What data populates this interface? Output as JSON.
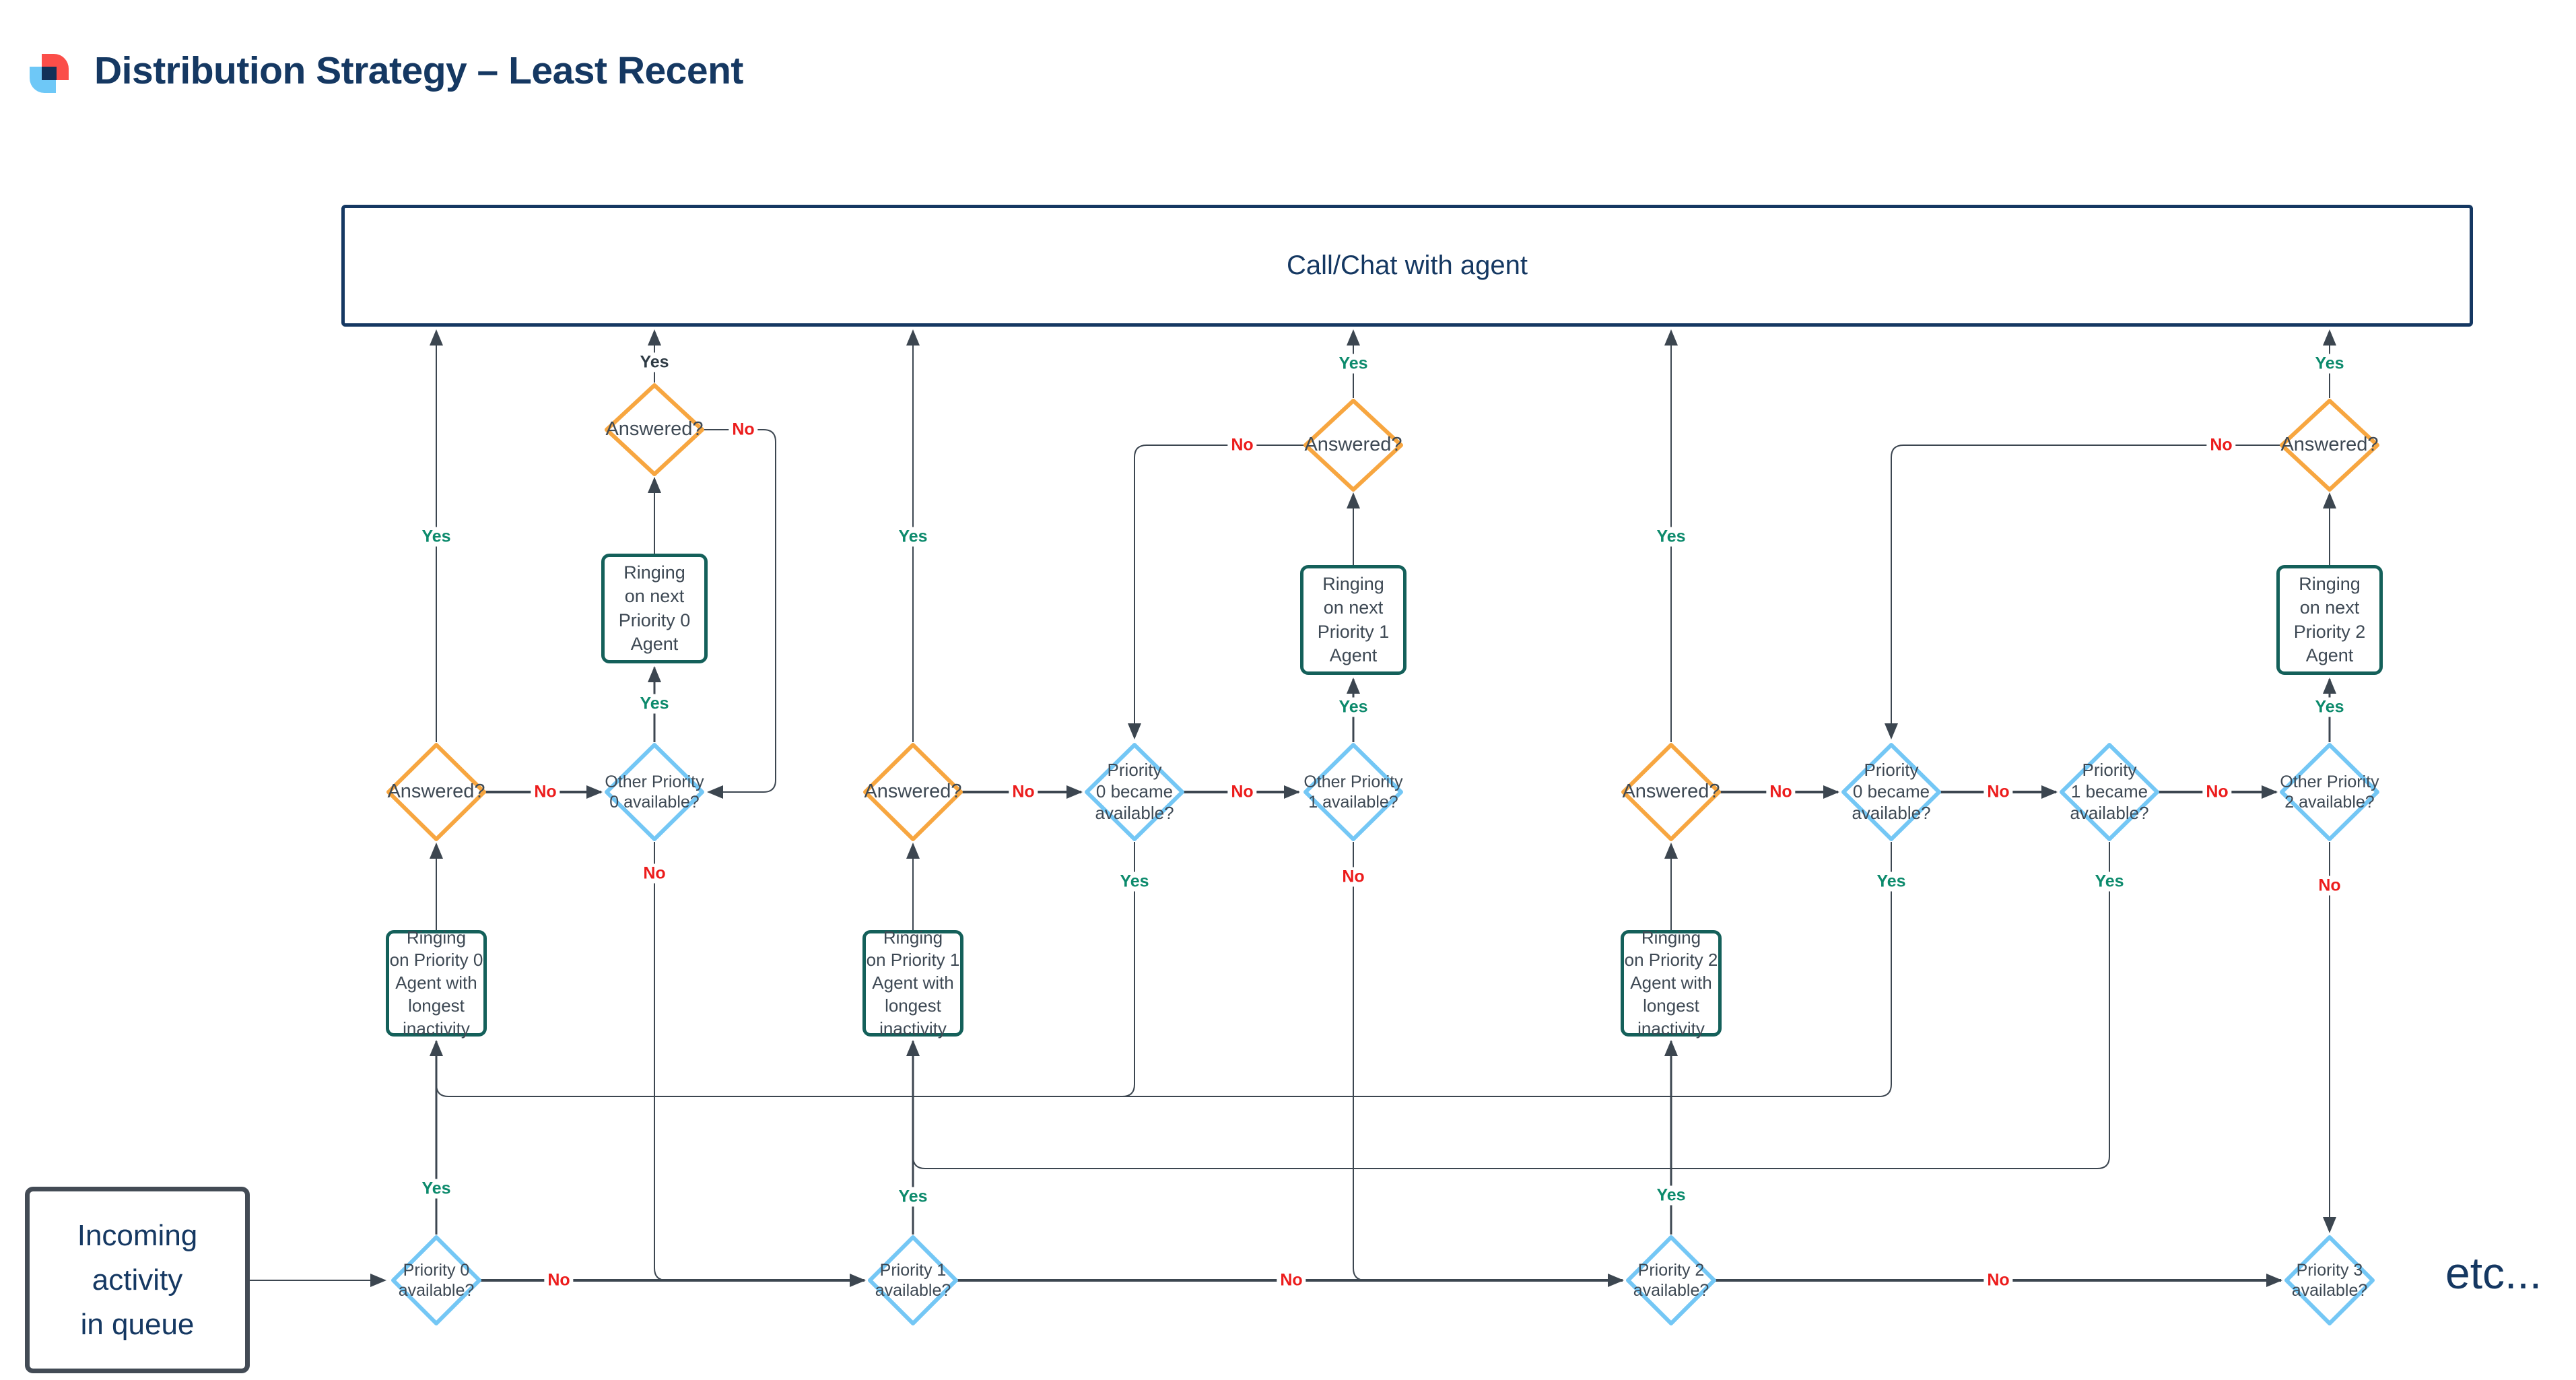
{
  "title": "Distribution Strategy – Least Recent",
  "labels": {
    "yes": "Yes",
    "no": "No"
  },
  "etc_text": "etc...",
  "nodes": {
    "call_chat": "Call/Chat with agent",
    "incoming": "Incoming\nactivity\nin queue",
    "answered": "Answered?",
    "ringing_next_p0": "Ringing\non next\nPriority 0\nAgent",
    "ringing_next_p1": "Ringing\non next\nPriority 1\nAgent",
    "ringing_next_p2": "Ringing\non next\nPriority 2\nAgent",
    "ringing_longest_p0": "Ringing\non Priority 0\nAgent with\nlongest\ninactivity",
    "ringing_longest_p1": "Ringing\non Priority 1\nAgent with\nlongest\ninactivity",
    "ringing_longest_p2": "Ringing\non Priority 2\nAgent with\nlongest\ninactivity",
    "other_p0": "Other Priority\n0 available?",
    "other_p1": "Other Priority\n1 available?",
    "other_p2": "Other Priority\n2 available?",
    "became_p0": "Priority\n0 became\navailable?",
    "became_p1": "Priority\n1 became\navailable?",
    "p0_available": "Priority 0\navailable?",
    "p1_available": "Priority 1\navailable?",
    "p2_available": "Priority 2\navailable?",
    "p3_available": "Priority 3\navailable?"
  },
  "colors": {
    "navy": "#153862",
    "orange": "#F7A640",
    "sky_blue": "#74C7F5",
    "teal": "#14605A",
    "line_slate": "#3C4650",
    "yes_green": "#0C8A6C",
    "no_red": "#EC1C1C",
    "logo_red": "#FB4E49",
    "logo_blue": "#6EC8F7"
  }
}
